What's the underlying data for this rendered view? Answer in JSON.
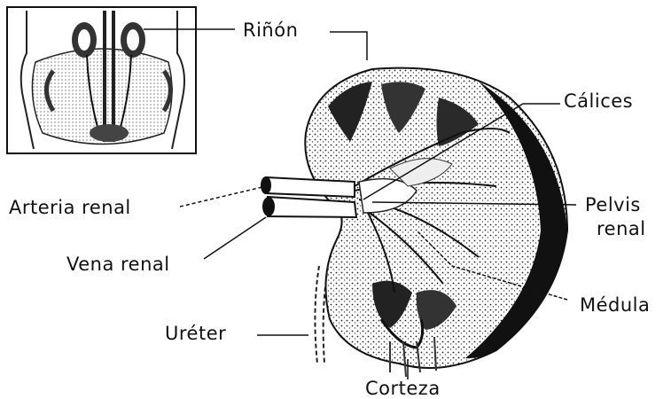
{
  "labels": {
    "rinon": "Riñón",
    "calices": "Cálices",
    "arteria_renal": "Arteria renal",
    "pelvis": "Pelvis",
    "renal": "renal",
    "vena_renal": "Vena renal",
    "medula": "Médula",
    "ureter": "Uréter",
    "corteza": "Corteza"
  },
  "colors": {
    "ink": "#111111",
    "background": "#ffffff"
  }
}
